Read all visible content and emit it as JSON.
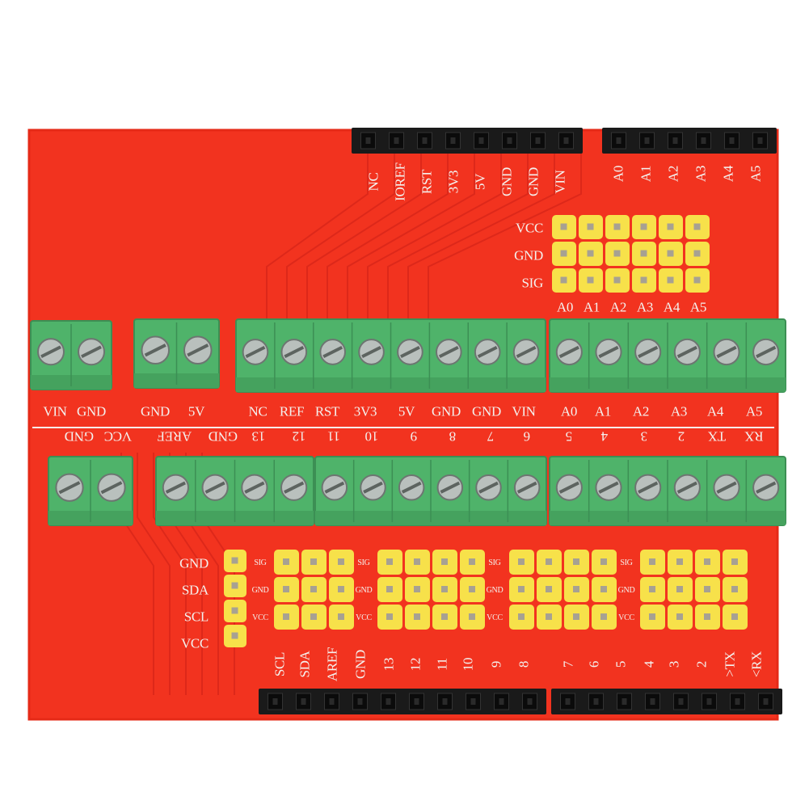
{
  "board": {
    "color": "#f2331f",
    "edge_color": "#e52a17",
    "terminal_color": "#4fb36a",
    "header_color": "#1a1a1a",
    "jumper_color": "#f7e14a"
  },
  "top_header_power": [
    "NC",
    "IOREF",
    "RST",
    "3V3",
    "5V",
    "GND",
    "GND",
    "VIN"
  ],
  "top_header_analog": [
    "A0",
    "A1",
    "A2",
    "A3",
    "A4",
    "A5"
  ],
  "analog_rows": [
    "VCC",
    "GND",
    "SIG"
  ],
  "analog_cols": [
    "A0",
    "A1",
    "A2",
    "A3",
    "A4",
    "A5"
  ],
  "row1_terminal_labels": [
    "VIN",
    "GND",
    "GND",
    "5V",
    "NC",
    "REF",
    "RST",
    "3V3",
    "5V",
    "GND",
    "GND",
    "VIN",
    "A0",
    "A1",
    "A2",
    "A3",
    "A4",
    "A5"
  ],
  "row2_terminal_labels": [
    "GND",
    "VCC",
    "AREF",
    "GND",
    "13",
    "12",
    "11",
    "10",
    "9",
    "8",
    "7",
    "6",
    "5",
    "4",
    "3",
    "2",
    "TX",
    "RX"
  ],
  "i2c_labels": [
    "GND",
    "SDA",
    "SCL",
    "VCC"
  ],
  "digital_row_labels": [
    "SIG",
    "GND",
    "VCC"
  ],
  "bottom_header_labels": [
    "SCL",
    "SDA",
    "AREF",
    "GND",
    "13",
    "12",
    "11",
    "10",
    "9",
    "8",
    "7",
    "6",
    "5",
    "4",
    "3",
    "2",
    ">TX",
    "<RX"
  ]
}
